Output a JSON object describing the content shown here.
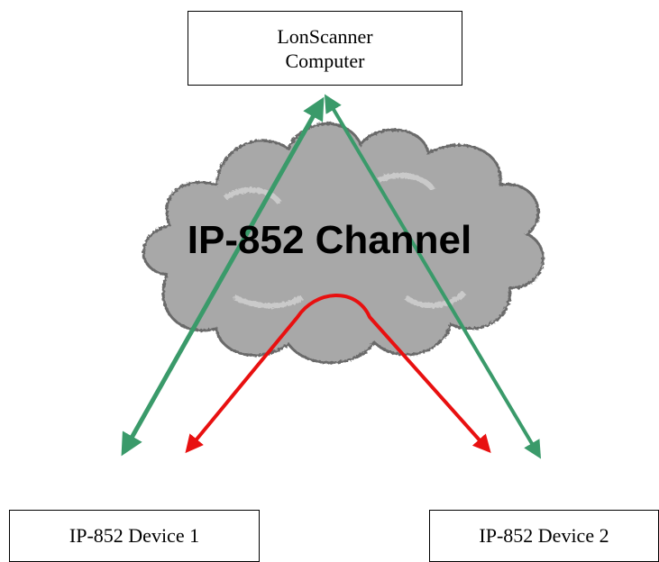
{
  "computer": {
    "line1": "LonScanner",
    "line2": "Computer"
  },
  "devices": [
    {
      "label": "IP-852 Device 1"
    },
    {
      "label": "IP-852 Device 2"
    }
  ],
  "channel": {
    "label": "IP-852 Channel"
  },
  "colors": {
    "green_arrow": "#3a9a6a",
    "red_arrow": "#e81010",
    "cloud_fill": "#a8a8a8",
    "cloud_edge": "#707070"
  }
}
